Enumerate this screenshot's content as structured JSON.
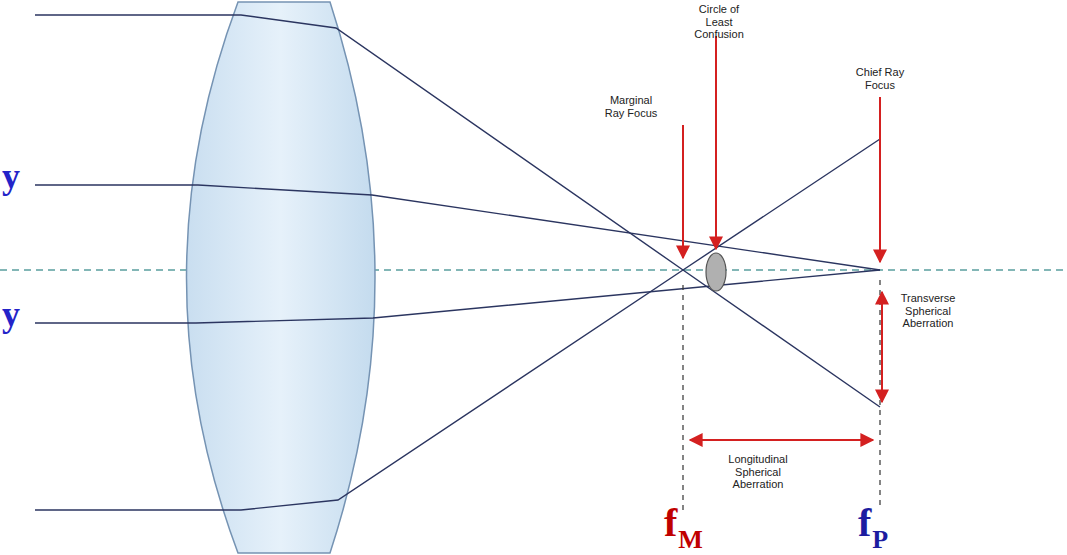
{
  "diagram": {
    "labels": [
      "y",
      "y",
      "Circle of Least Confusion",
      "Marginal Ray Focus",
      "Chief Ray Focus",
      "Transverse Spherical Aberration",
      "Longitudinal Spherical Aberration",
      "f",
      "M",
      "f",
      "P"
    ]
  }
}
